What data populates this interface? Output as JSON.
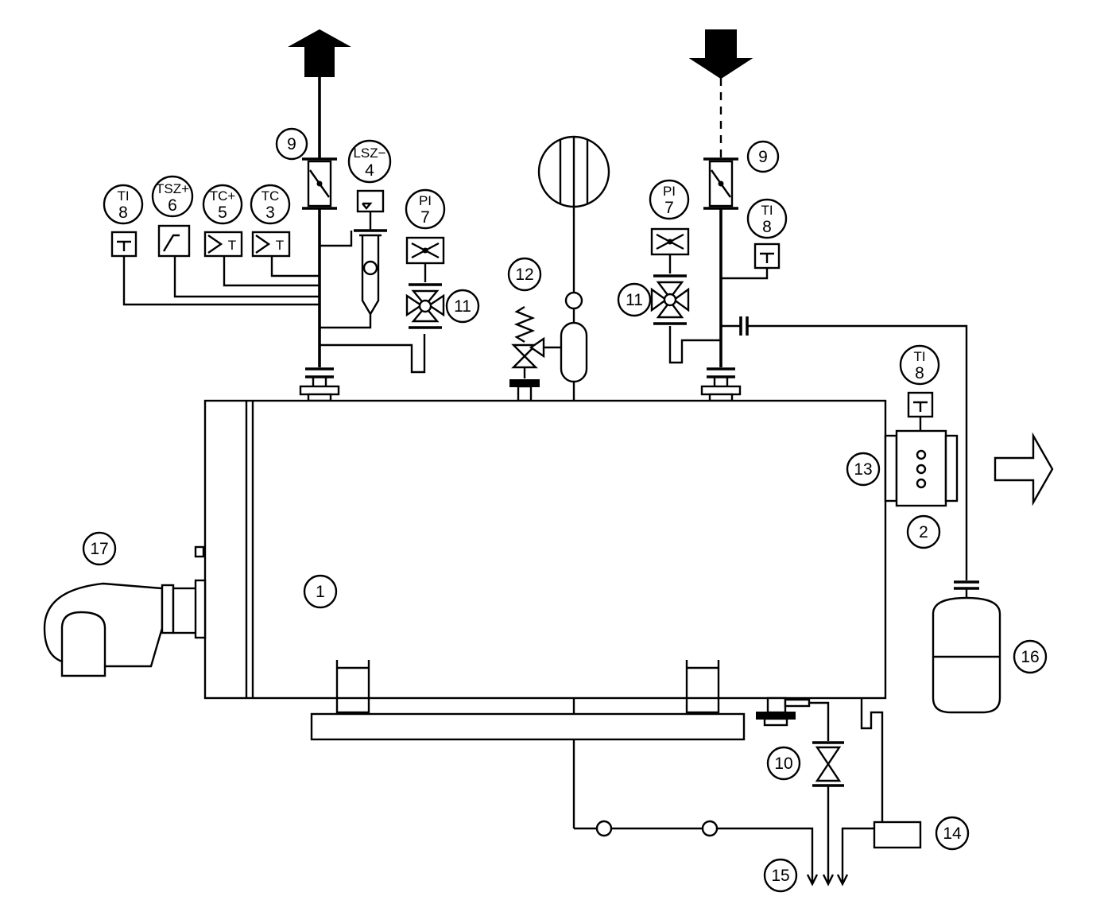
{
  "diagram": {
    "labels": {
      "boiler": "1",
      "sight_glass": "2",
      "tc_3": "3",
      "lsz_4": "4",
      "tc_5": "5",
      "tsz_6": "6",
      "pi_7": "7",
      "ti_8": "8",
      "valve_9": "9",
      "drain_valve_10": "10",
      "valve_11": "11",
      "safety_valve_12": "12",
      "inspection_13": "13",
      "box_14": "14",
      "drain_15": "15",
      "expansion_vessel_16": "16",
      "burner_17": "17"
    },
    "tags": {
      "ti": "TI",
      "tsz_plus": "TSZ+",
      "tc_plus": "TC+",
      "tc": "TC",
      "lsz_minus": "LSZ−",
      "pi": "PI"
    },
    "instrument_symbols": {
      "transmitter_t": "T"
    }
  }
}
